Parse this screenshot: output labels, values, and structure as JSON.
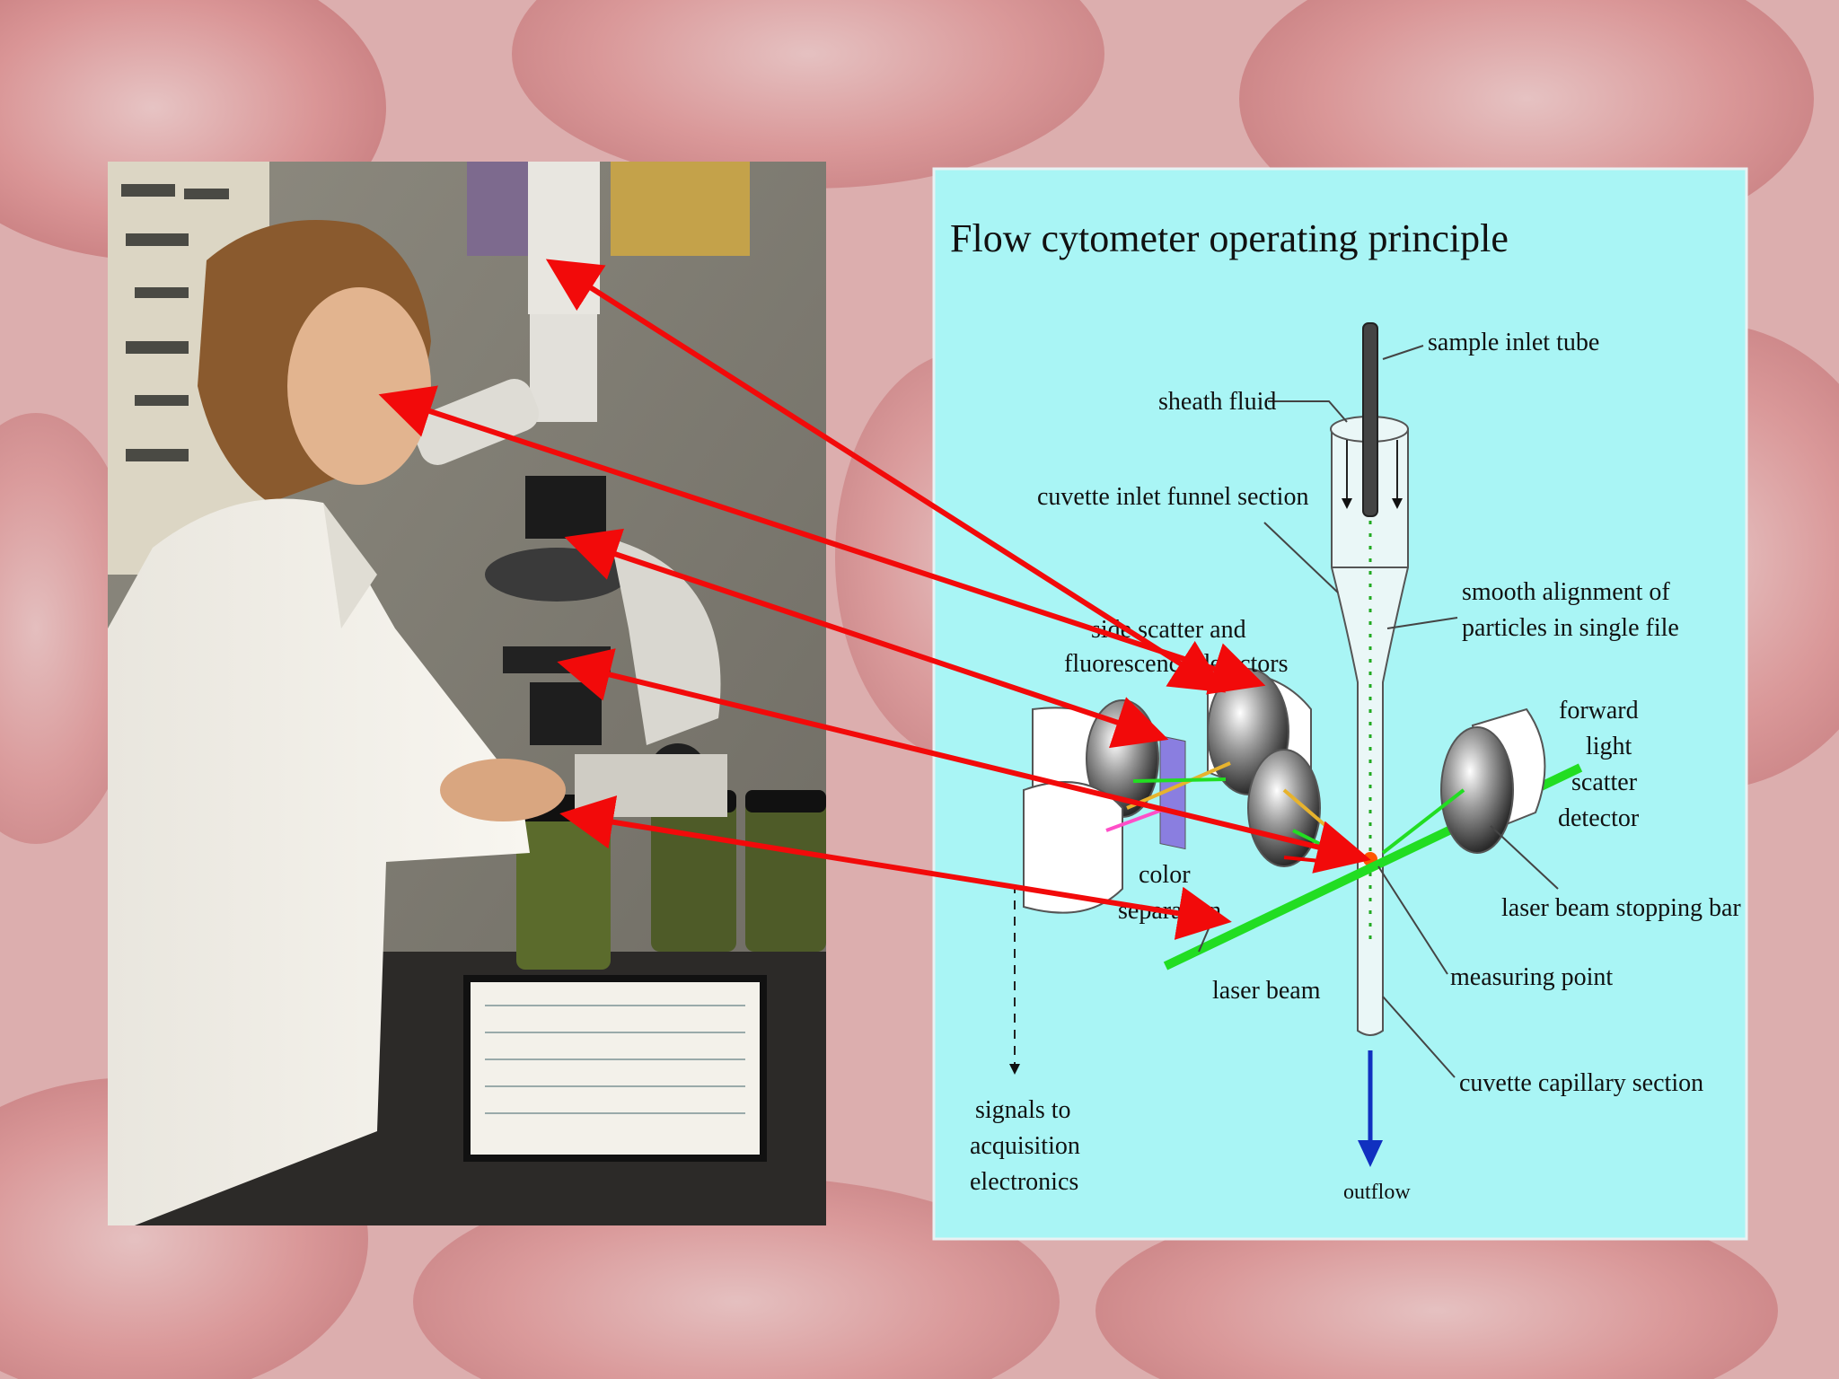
{
  "colors": {
    "background": "#d9a6a6",
    "panel": "#a9f5f5",
    "arrow": "#f20a0a",
    "laser": "#22dd22",
    "outflow": "#1030c0"
  },
  "photo": {
    "subject": "lab-worker-at-microscope"
  },
  "diagram": {
    "title": "Flow cytometer operating principle",
    "labels": {
      "sample_inlet_tube": "sample inlet tube",
      "sheath_fluid": "sheath fluid",
      "cuvette_inlet": "cuvette inlet funnel section",
      "smooth_alignment_1": "smooth alignment of",
      "smooth_alignment_2": "particles in single file",
      "side_scatter_1": "side scatter and",
      "side_scatter_2": "fluorescence detectors",
      "forward_1": "forward",
      "forward_2": "light",
      "forward_3": "scatter",
      "forward_4": "detector",
      "color_1": "color",
      "color_2": "separation",
      "laser_stop": "laser beam stopping bar",
      "measuring_point": "measuring point",
      "laser_beam": "laser beam",
      "capillary": "cuvette capillary section",
      "signals_1": "signals to",
      "signals_2": "acquisition",
      "signals_3": "electronics",
      "outflow": "outflow"
    }
  }
}
